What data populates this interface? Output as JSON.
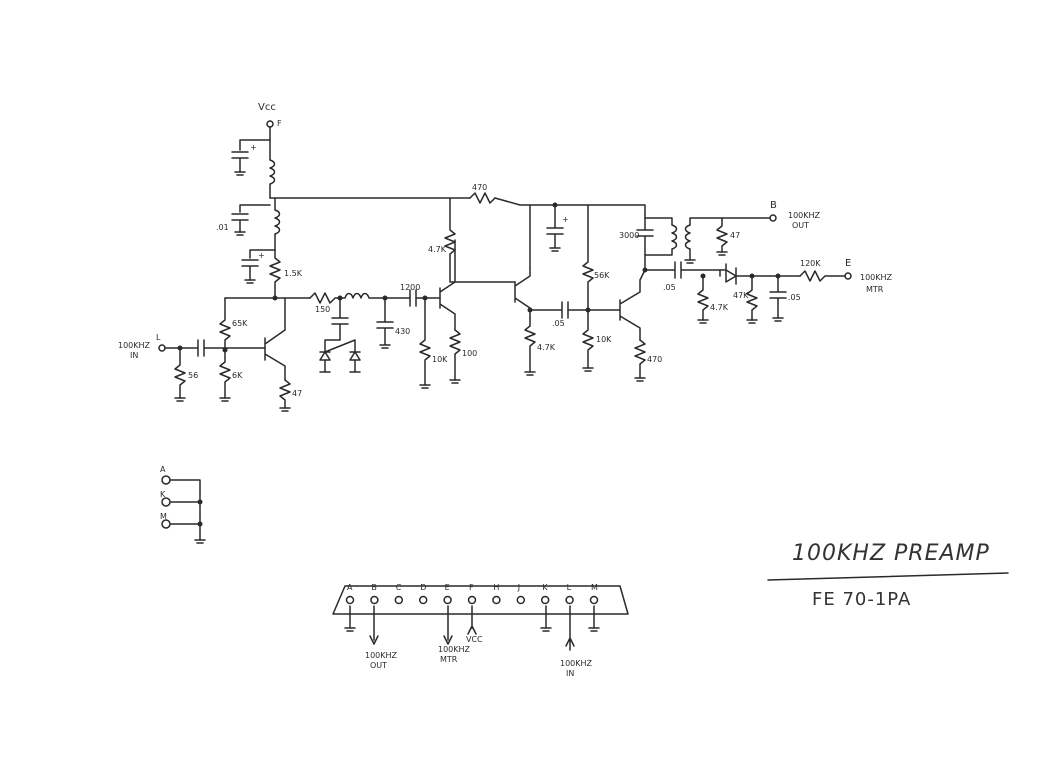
{
  "supply": {
    "vcc": "Vcc",
    "f": "F"
  },
  "components": {
    "r470_top": "470",
    "r1_5k": "1.5K",
    "r150": "150",
    "c1200": "1200",
    "c430": "430",
    "r4_7k_a": "4.7K",
    "r10k": "10K",
    "r100": "100",
    "r4_7k_b": "4.7K",
    "c_05_a": ".05",
    "r56k": "56K",
    "r10k_b": "10K",
    "r470_b": "470",
    "c3000": "3000",
    "r47_top": "47",
    "c_05_b": ".05",
    "r4_7k_c": "4.7K",
    "r47k": "47K",
    "c_05_c": ".05",
    "r120k": "120K",
    "r65k": "65K",
    "r6k": "6K",
    "r56": "56",
    "r47": "47",
    "c_01": ".01"
  },
  "ports": {
    "in_letter": "L",
    "in_label": "100KHZ",
    "in_sub": "IN",
    "out_letter": "B",
    "out_label": "100KHZ",
    "out_sub": "OUT",
    "mtr_letter": "E",
    "mtr_label": "100KHZ",
    "mtr_sub": "MTR"
  },
  "jumper": {
    "a": "A",
    "k": "K",
    "m": "M"
  },
  "connector": {
    "pins": [
      "A",
      "B",
      "C",
      "D",
      "E",
      "F",
      "H",
      "J",
      "K",
      "L",
      "M"
    ],
    "vcc": "VCC",
    "out_label": "100KHZ",
    "out_sub": "OUT",
    "mtr_label": "100KHZ",
    "mtr_sub": "MTR",
    "in_label": "100KHZ",
    "in_sub": "IN"
  },
  "titleblock": {
    "title": "100KHZ PREAMP",
    "part": "FE 70-1PA"
  }
}
